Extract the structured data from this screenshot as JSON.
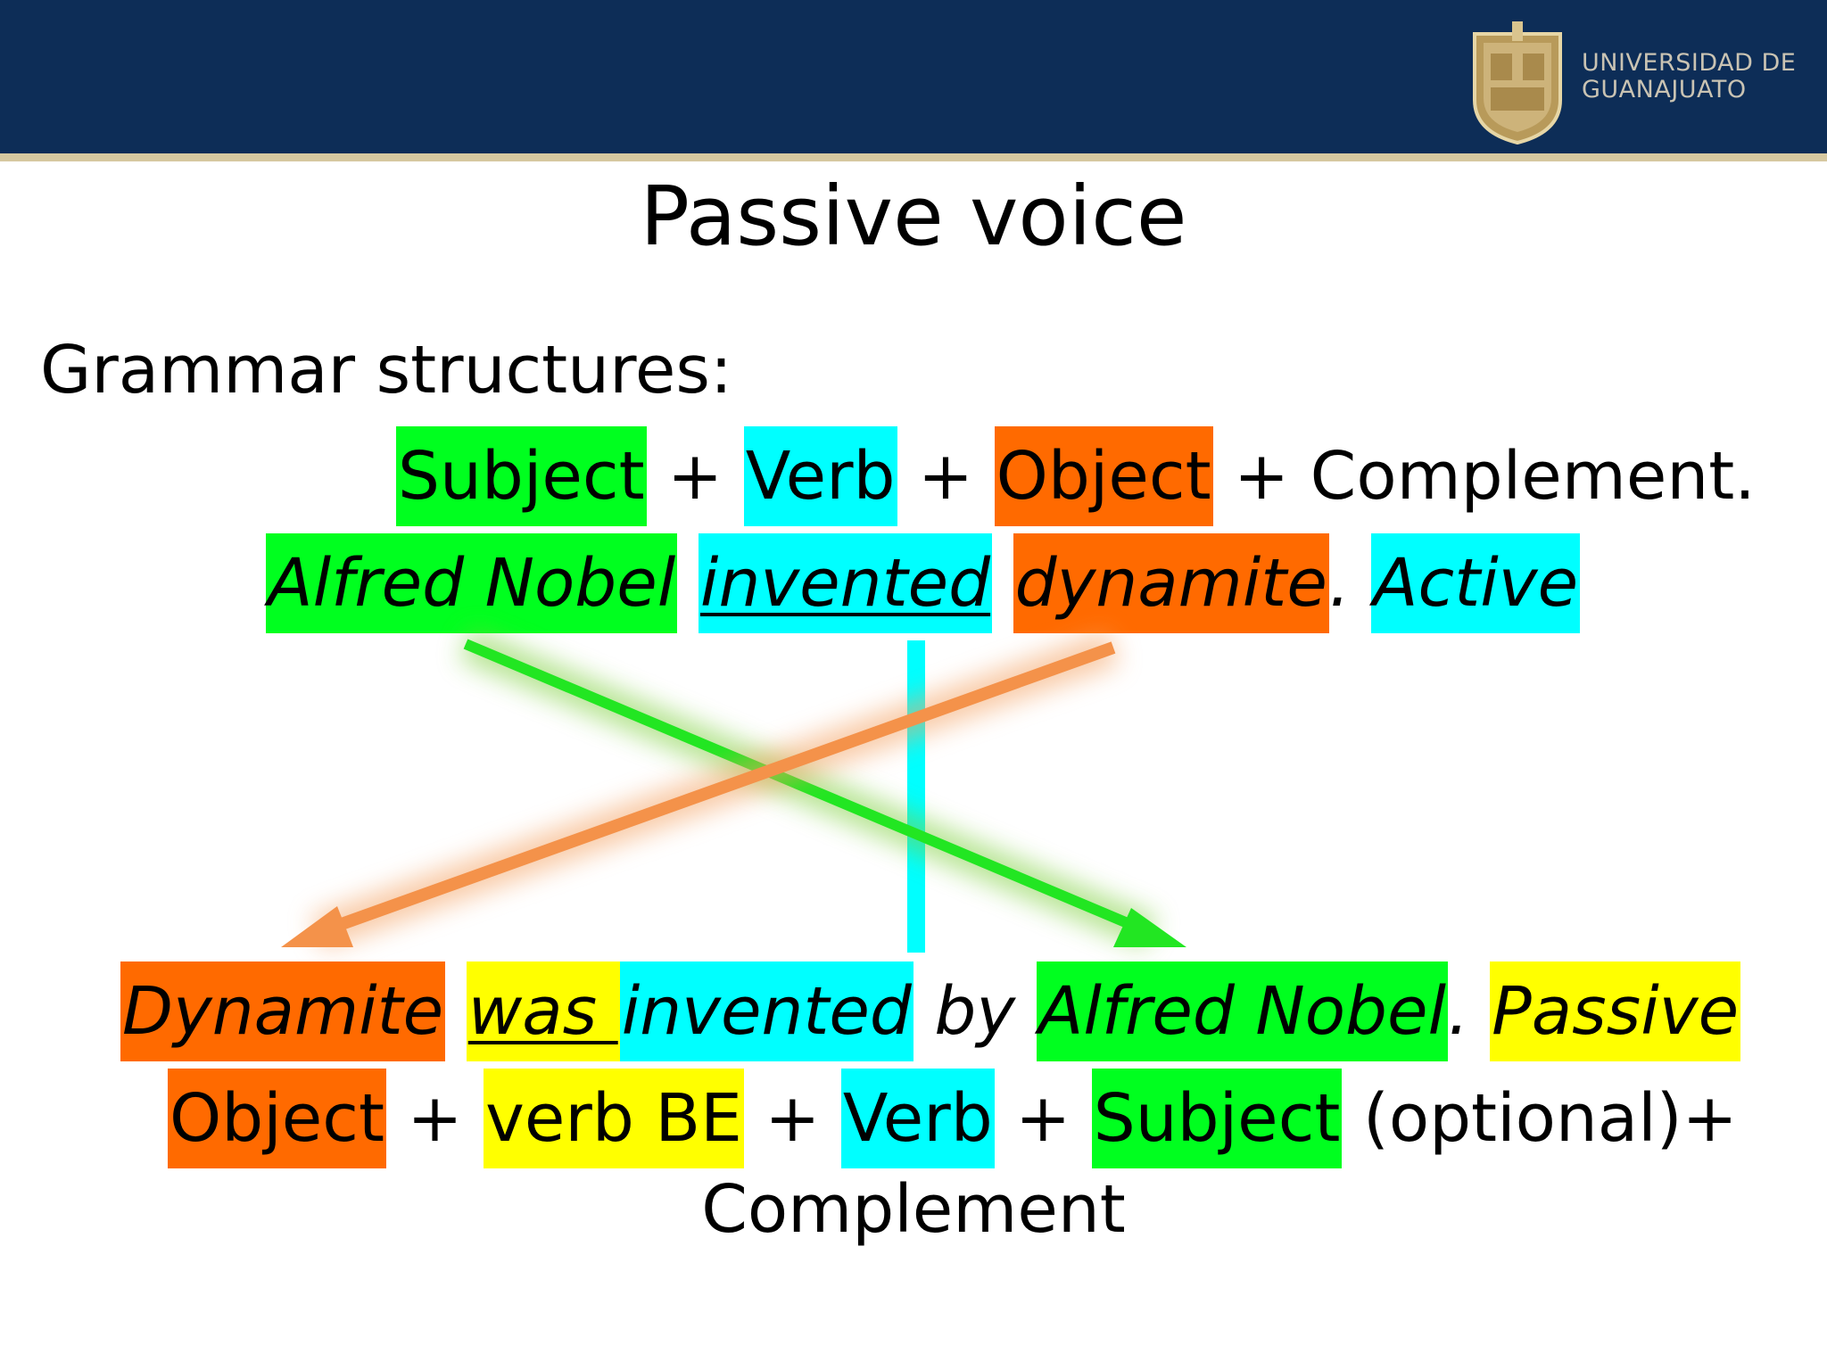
{
  "header": {
    "logo_text_line1": "UNIVERSIDAD DE",
    "logo_text_line2": "GUANAJUATO",
    "crest_icon": "university-crest-icon"
  },
  "title": "Passive voice",
  "subtitle": "Grammar structures:",
  "active_structure": {
    "subject": "Subject",
    "plus1": " + ",
    "verb": "Verb",
    "plus2": " + ",
    "object": "Object",
    "rest": " + Complement."
  },
  "active_example": {
    "subject": "Alfred Nobel",
    "verb": "invented",
    "object": "dynamite",
    "period": ". ",
    "label": "Active"
  },
  "passive_example": {
    "object": "Dynamite",
    "be": "was ",
    "verb": "invented",
    "by": " by ",
    "subject": "Alfred Nobel",
    "period": ". ",
    "label": "Passive"
  },
  "passive_structure": {
    "object": "Object",
    "plus1": " + ",
    "be": "verb BE",
    "plus2": " + ",
    "verb": "Verb",
    "plus3": " + ",
    "subject": "Subject",
    "rest": " (optional)+",
    "line2": "Complement"
  },
  "colors": {
    "header_bg": "#0d2d57",
    "subject": "#00ff1f",
    "verb": "#00ffff",
    "object": "#ff6a00",
    "be": "#ffff00",
    "arrow_green": "#22e622",
    "arrow_orange": "#f4924a"
  }
}
